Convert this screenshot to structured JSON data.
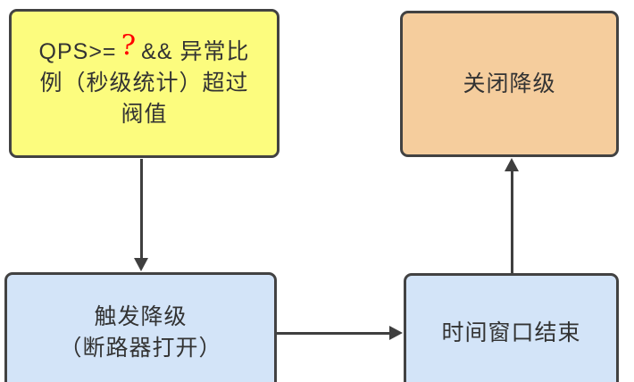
{
  "diagram": {
    "title_hint": "circuit-breaker degrade flow",
    "colors": {
      "background": "#FFFFFF",
      "node_border": "#424242",
      "arrow": "#3F3F3F",
      "text": "#333333",
      "condition_fill": "#FCFC7E",
      "close_fill": "#F5CD9D",
      "blue_fill": "#D3E4F8",
      "annotation_red": "#FF0000"
    },
    "nodes": {
      "trigger_condition": {
        "line1_prefix": "QPS>=",
        "annotation": "?",
        "line1_suffix": "&& 异常比",
        "line2": "例（秒级统计）超过",
        "line3": "阀值"
      },
      "close_downgrade": {
        "label": "关闭降级"
      },
      "trigger_downgrade": {
        "line1": "触发降级",
        "line2": "（断路器打开）"
      },
      "time_window_end": {
        "label": "时间窗口结束"
      }
    },
    "edges": [
      {
        "from": "trigger_condition",
        "to": "trigger_downgrade",
        "direction": "down"
      },
      {
        "from": "trigger_downgrade",
        "to": "time_window_end",
        "direction": "right"
      },
      {
        "from": "time_window_end",
        "to": "close_downgrade",
        "direction": "up"
      }
    ]
  }
}
